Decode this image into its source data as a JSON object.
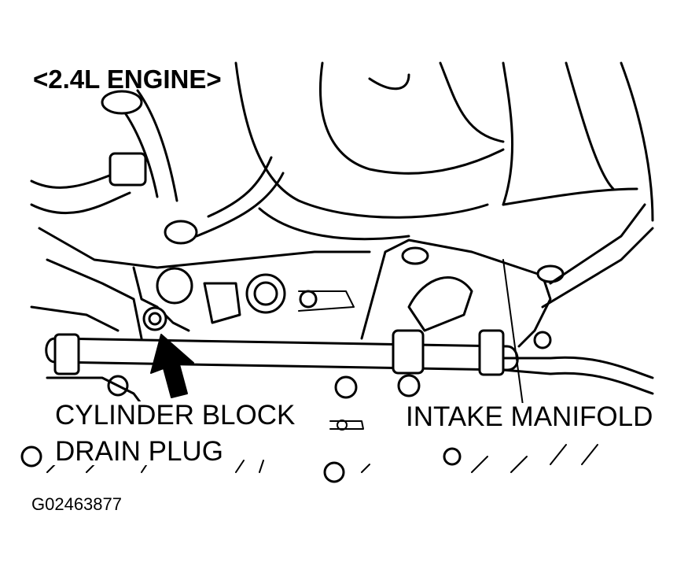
{
  "diagram": {
    "title": "<2.4L ENGINE>",
    "callouts": {
      "drain_plug_line1": "CYLINDER BLOCK",
      "drain_plug_line2": "DRAIN PLUG",
      "intake_manifold": "INTAKE MANIFOLD"
    },
    "figure_id": "G02463877"
  }
}
